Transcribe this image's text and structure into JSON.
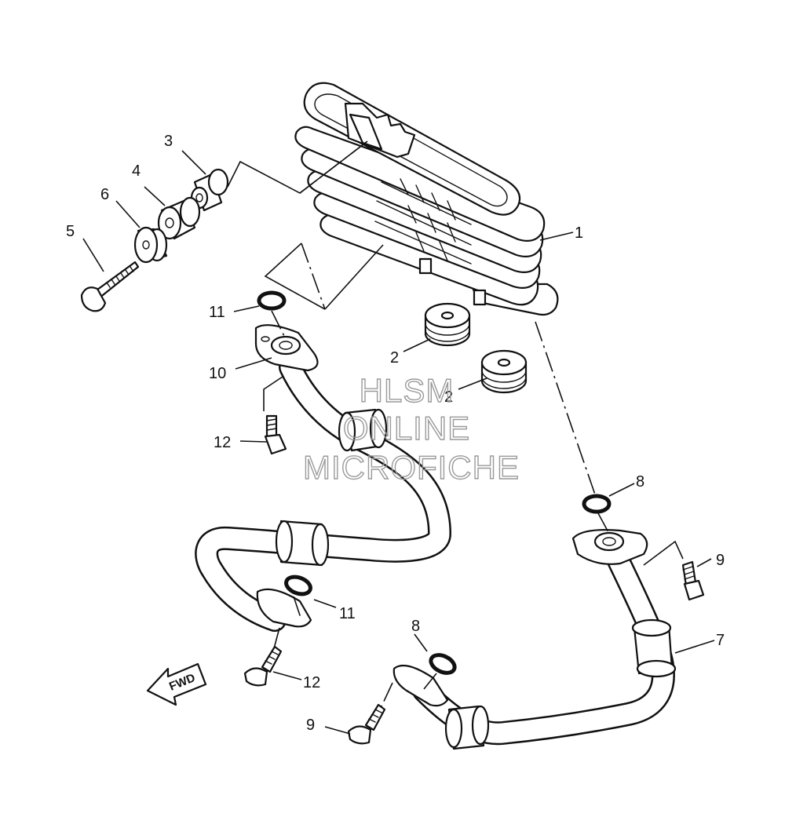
{
  "callouts": {
    "c1": "1",
    "c2a": "2",
    "c2b": "2",
    "c3": "3",
    "c4": "4",
    "c5": "5",
    "c6": "6",
    "c7": "7",
    "c8a": "8",
    "c8b": "8",
    "c9a": "9",
    "c9b": "9",
    "c10": "10",
    "c11a": "11",
    "c11b": "11",
    "c12a": "12",
    "c12b": "12"
  },
  "watermark": {
    "line1": "HLSM",
    "line2": "ONLINE",
    "line3": "MICROFICHE"
  },
  "fwd_label": "FWD"
}
